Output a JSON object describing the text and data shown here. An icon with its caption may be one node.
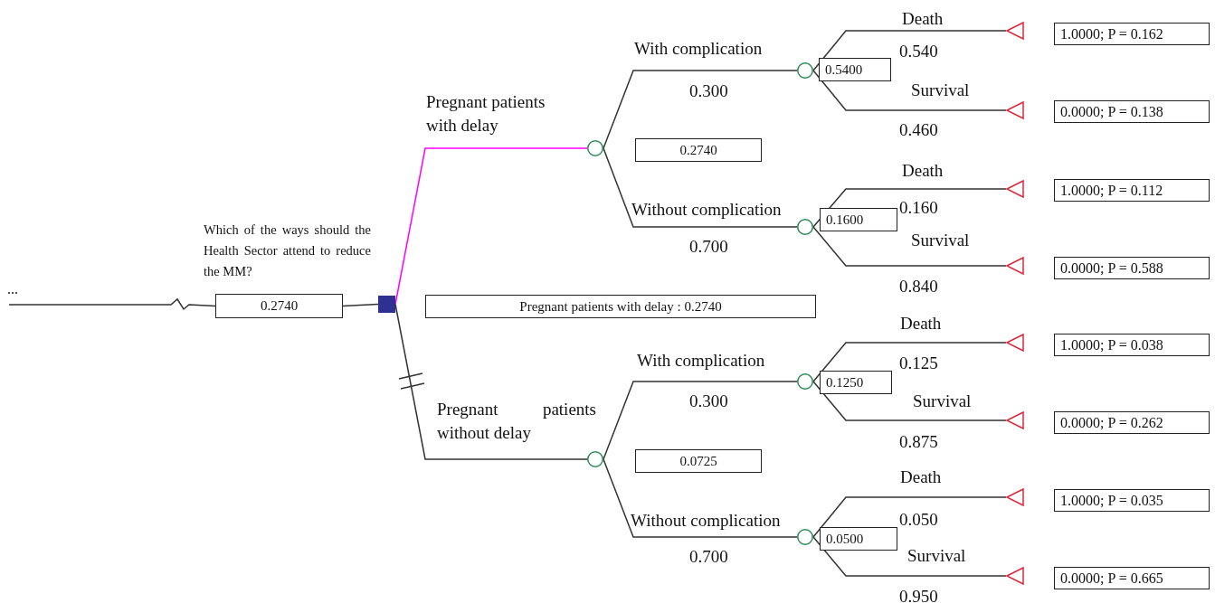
{
  "diagram": {
    "nodes": [
      {
        "text": [
          "..."
        ]
      },
      {
        "text": [
          "0.2740"
        ]
      },
      {
        "text": [],
        "shape": "box"
      },
      {
        "text": [],
        "shape": "circle"
      },
      {
        "text": [],
        "shape": "circle"
      },
      {
        "text": [],
        "shape": "circle"
      },
      {
        "text": [],
        "shape": "circle"
      },
      {
        "text": [],
        "shape": "circle"
      },
      {
        "text": [],
        "shape": "circle"
      },
      {
        "text": [],
        "shape": "triangle"
      },
      {
        "text": [],
        "shape": "triangle"
      },
      {
        "text": [],
        "shape": "triangle"
      },
      {
        "text": [],
        "shape": "triangle"
      },
      {
        "text": [],
        "shape": "triangle"
      },
      {
        "text": [],
        "shape": "triangle"
      },
      {
        "text": [],
        "shape": "triangle"
      },
      {
        "text": [],
        "shape": "triangle"
      },
      {
        "text": [
          "0.5400"
        ]
      },
      {
        "text": [
          "0.1600"
        ]
      },
      {
        "text": [
          "0.1250"
        ]
      },
      {
        "text": [
          "0.0500"
        ]
      },
      {
        "text": [
          "0.2740"
        ]
      },
      {
        "text": [
          "0.0725"
        ]
      },
      {
        "text": [
          "Pregnant patients with delay : 0.2740"
        ]
      },
      {
        "text": [
          "1.0000; P = 0.162"
        ]
      },
      {
        "text": [
          "0.0000; P = 0.138"
        ]
      },
      {
        "text": [
          "1.0000; P = 0.112"
        ]
      },
      {
        "text": [
          "0.0000; P = 0.588"
        ]
      },
      {
        "text": [
          "1.0000; P = 0.038"
        ]
      },
      {
        "text": [
          "0.0000; P = 0.262"
        ]
      },
      {
        "text": [
          "1.0000; P = 0.035"
        ]
      },
      {
        "text": [
          "0.0000; P = 0.665"
        ]
      }
    ],
    "edges": [
      {
        "from": 0,
        "to": 1,
        "arrow": "none"
      },
      {
        "from": 1,
        "to": 2,
        "arrow": "none"
      },
      {
        "from": 2,
        "to": 3,
        "arrow": "none",
        "label": "Pregnant patients with delay",
        "color": "#ff00ff"
      },
      {
        "from": 2,
        "to": 4,
        "arrow": "none",
        "label": "Pregnant patients without delay"
      },
      {
        "from": 3,
        "to": 5,
        "arrow": "none",
        "label": "With complication"
      },
      {
        "from": 3,
        "to": 6,
        "arrow": "none",
        "label": "Without complication"
      },
      {
        "from": 4,
        "to": 7,
        "arrow": "none",
        "label": "With complication"
      },
      {
        "from": 4,
        "to": 8,
        "arrow": "none",
        "label": "Without complication"
      },
      {
        "from": 5,
        "to": 9,
        "arrow": "none",
        "label": "Death"
      },
      {
        "from": 5,
        "to": 10,
        "arrow": "none",
        "label": "Survival"
      },
      {
        "from": 6,
        "to": 11,
        "arrow": "none",
        "label": "Death"
      },
      {
        "from": 6,
        "to": 12,
        "arrow": "none",
        "label": "Survival"
      },
      {
        "from": 7,
        "to": 13,
        "arrow": "none",
        "label": "Death"
      },
      {
        "from": 7,
        "to": 14,
        "arrow": "none",
        "label": "Survival"
      },
      {
        "from": 8,
        "to": 15,
        "arrow": "none",
        "label": "Death"
      },
      {
        "from": 8,
        "to": 16,
        "arrow": "none",
        "label": "Survival"
      }
    ],
    "labels": [
      "Which of the ways should the Health Sector attend to reduce the MM?",
      "0.300",
      "0.700",
      "0.540",
      "0.460",
      "0.160",
      "0.840",
      "0.300",
      "0.700",
      "0.125",
      "0.875",
      "0.050",
      "0.950"
    ]
  }
}
